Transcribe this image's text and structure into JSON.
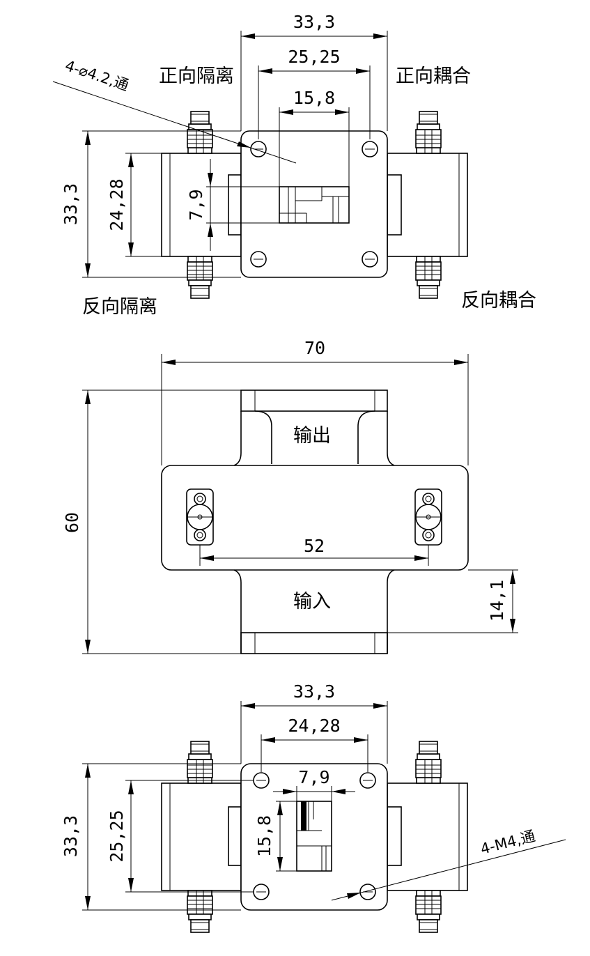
{
  "views": {
    "top": {
      "dim_width_outer": "33,3",
      "dim_width_holes": "25,25",
      "dim_width_guide": "15,8",
      "dim_height_outer": "33,3",
      "dim_height_body": "24,28",
      "dim_height_guide": "7,9",
      "hole_note": "4-⌀4.2,通",
      "label_forward_isolation": "正向隔离",
      "label_forward_coupling": "正向耦合",
      "label_reverse_isolation": "反向隔离",
      "label_reverse_coupling": "反向耦合"
    },
    "side": {
      "dim_total_width": "70",
      "dim_total_height": "60",
      "dim_port_spacing": "52",
      "dim_flange_height": "14,1",
      "label_output": "输出",
      "label_input": "输入"
    },
    "bottom": {
      "dim_width_outer": "33,3",
      "dim_width_holes": "24,28",
      "dim_width_guide": "7,9",
      "dim_height_outer": "33,3",
      "dim_height_holes": "25,25",
      "dim_height_guide": "15,8",
      "hole_note": "4-M4,通"
    }
  }
}
